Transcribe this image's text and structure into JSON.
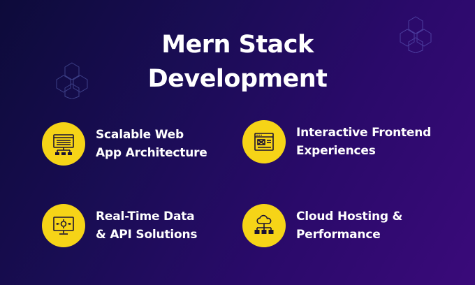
{
  "title": {
    "line1": "Mern Stack",
    "line2": "Development"
  },
  "features": [
    {
      "line1": "Scalable Web",
      "line2": "App Architecture",
      "icon": "web-architecture-icon"
    },
    {
      "line1": "Interactive Frontend",
      "line2": "Experiences",
      "icon": "frontend-window-icon"
    },
    {
      "line1": "Real-Time Data",
      "line2": "& API Solutions",
      "icon": "monitor-gear-icon"
    },
    {
      "line1": "Cloud Hosting &",
      "line2": "Performance",
      "icon": "cloud-network-icon"
    }
  ],
  "colors": {
    "accent": "#f6d417",
    "icon_stroke": "#1a1233",
    "text": "#ffffff",
    "bg_start": "#0d0b3a",
    "bg_end": "#3a0a7a"
  }
}
